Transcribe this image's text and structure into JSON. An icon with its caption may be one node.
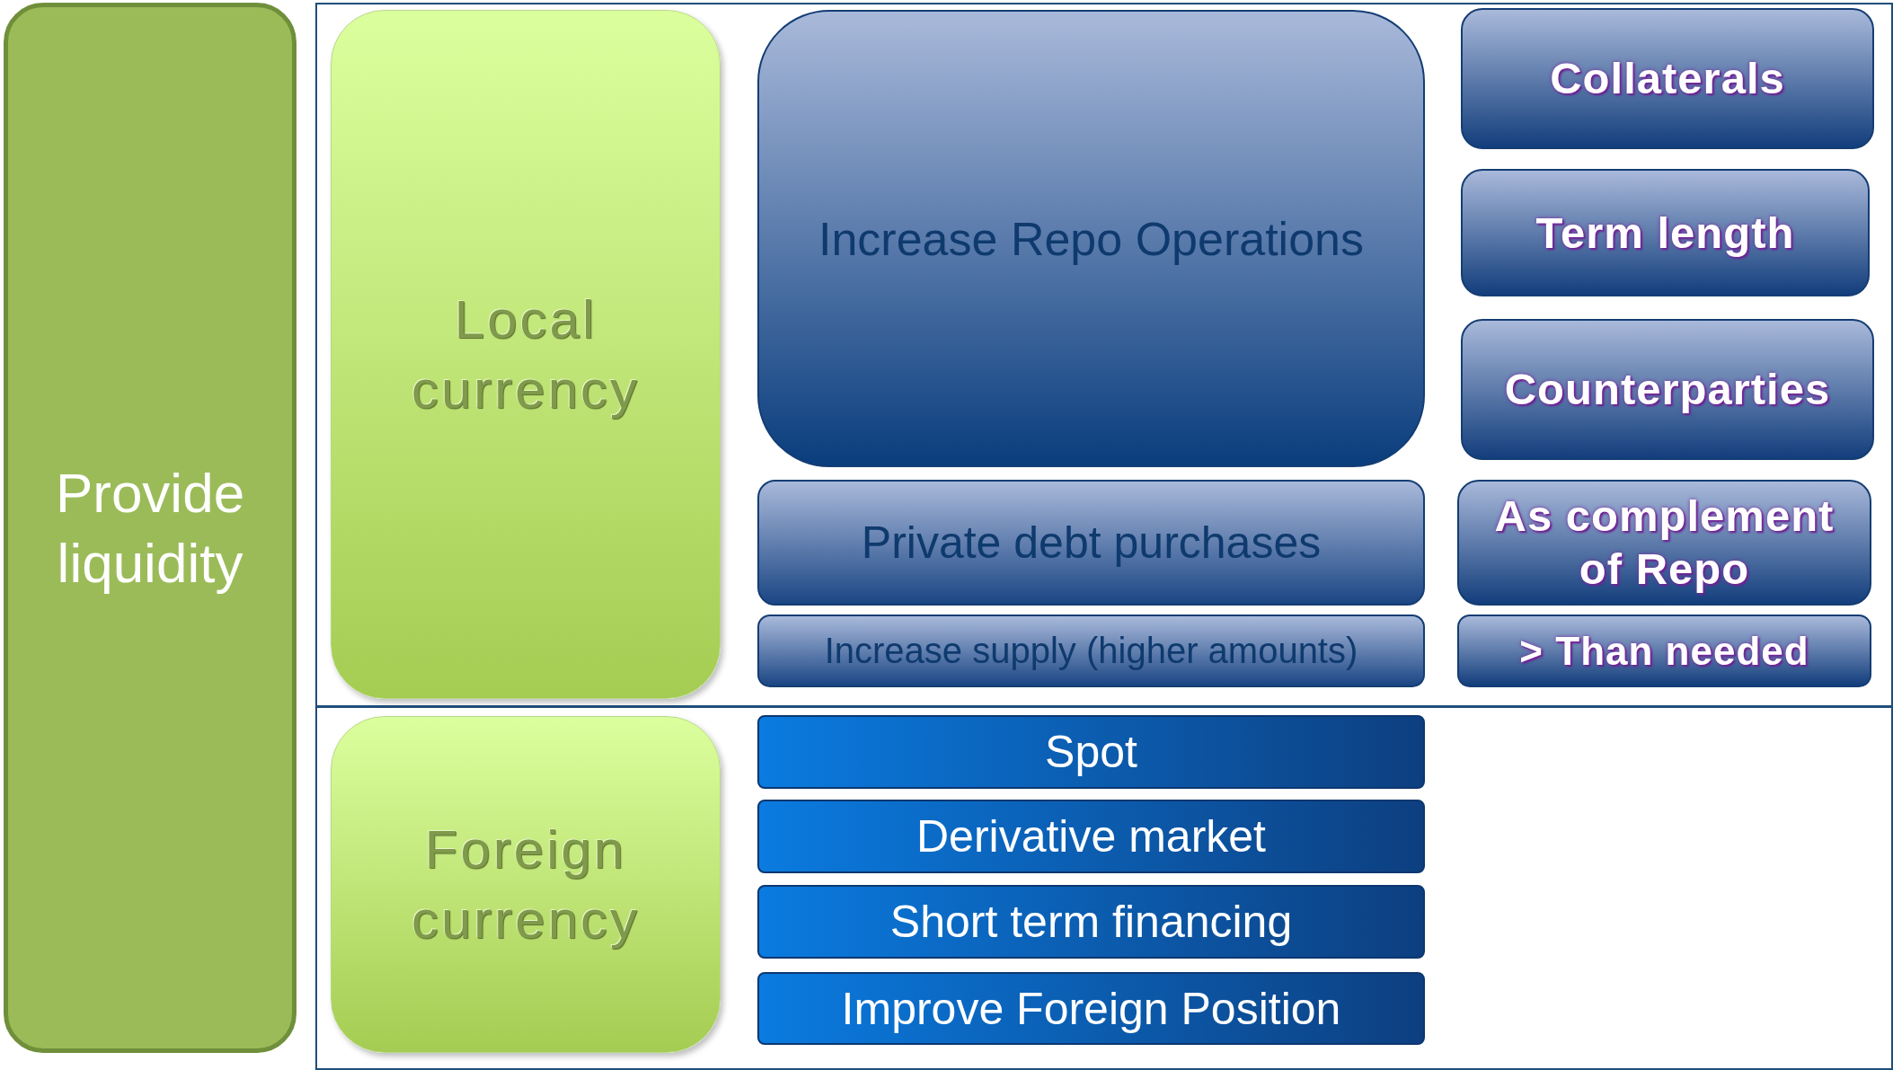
{
  "diagram": {
    "nodes": [
      {
        "text": [
          "Provide liquidity"
        ]
      },
      {
        "text": [
          "Local currency"
        ]
      },
      {
        "text": [
          "Increase Repo Operations"
        ]
      },
      {
        "text": [
          "Collaterals"
        ]
      },
      {
        "text": [
          "Term length"
        ]
      },
      {
        "text": [
          "Counterparties"
        ]
      },
      {
        "text": [
          "Private debt purchases"
        ]
      },
      {
        "text": [
          "As complement of Repo"
        ]
      },
      {
        "text": [
          "Increase supply (higher amounts)"
        ]
      },
      {
        "text": [
          "> Than needed"
        ]
      },
      {
        "text": [
          "Foreign currency"
        ]
      },
      {
        "text": [
          "Spot"
        ]
      },
      {
        "text": [
          "Derivative market"
        ]
      },
      {
        "text": [
          "Short term financing"
        ]
      },
      {
        "text": [
          "Improve Foreign Position"
        ]
      }
    ],
    "edges": []
  }
}
